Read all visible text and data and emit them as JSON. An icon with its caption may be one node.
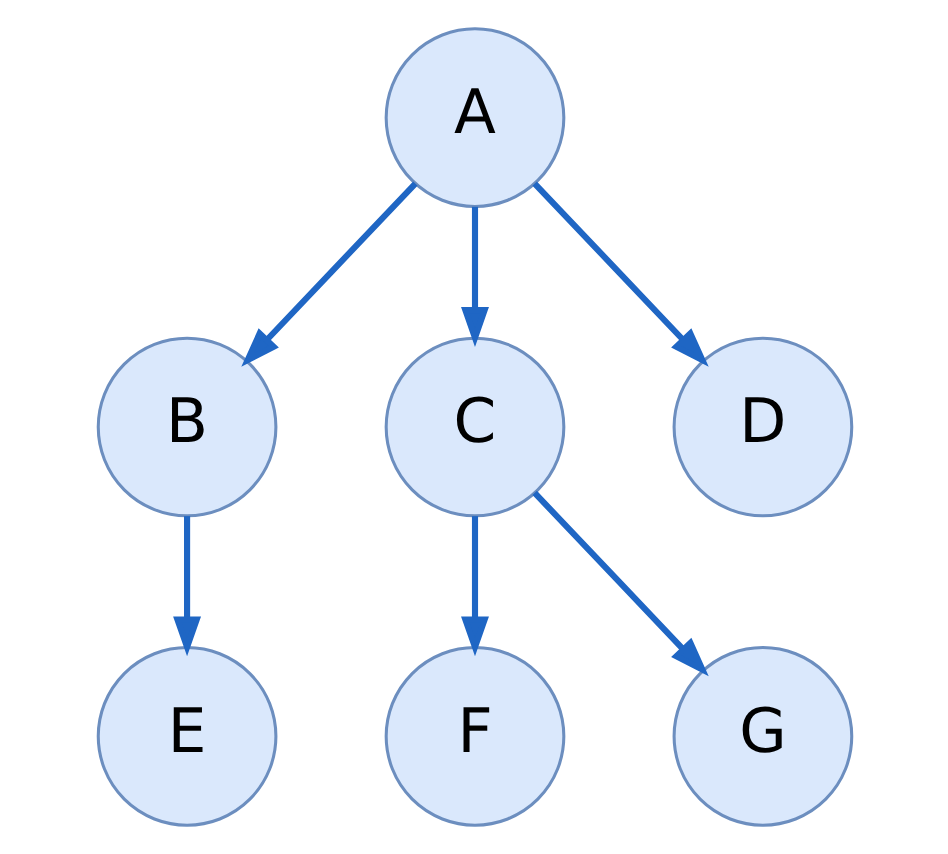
{
  "diagram": {
    "nodes": [
      {
        "text": [
          "A"
        ]
      },
      {
        "text": [
          "B"
        ]
      },
      {
        "text": [
          "C"
        ]
      },
      {
        "text": [
          "D"
        ]
      },
      {
        "text": [
          "E"
        ]
      },
      {
        "text": [
          "F"
        ]
      },
      {
        "text": [
          "G"
        ]
      }
    ],
    "edges": [
      {
        "from": 0,
        "to": 1,
        "arrow": "to"
      },
      {
        "from": 0,
        "to": 2,
        "arrow": "to"
      },
      {
        "from": 0,
        "to": 3,
        "arrow": "to"
      },
      {
        "from": 1,
        "to": 4,
        "arrow": "to"
      },
      {
        "from": 2,
        "to": 5,
        "arrow": "to"
      },
      {
        "from": 2,
        "to": 6,
        "arrow": "to"
      }
    ]
  }
}
